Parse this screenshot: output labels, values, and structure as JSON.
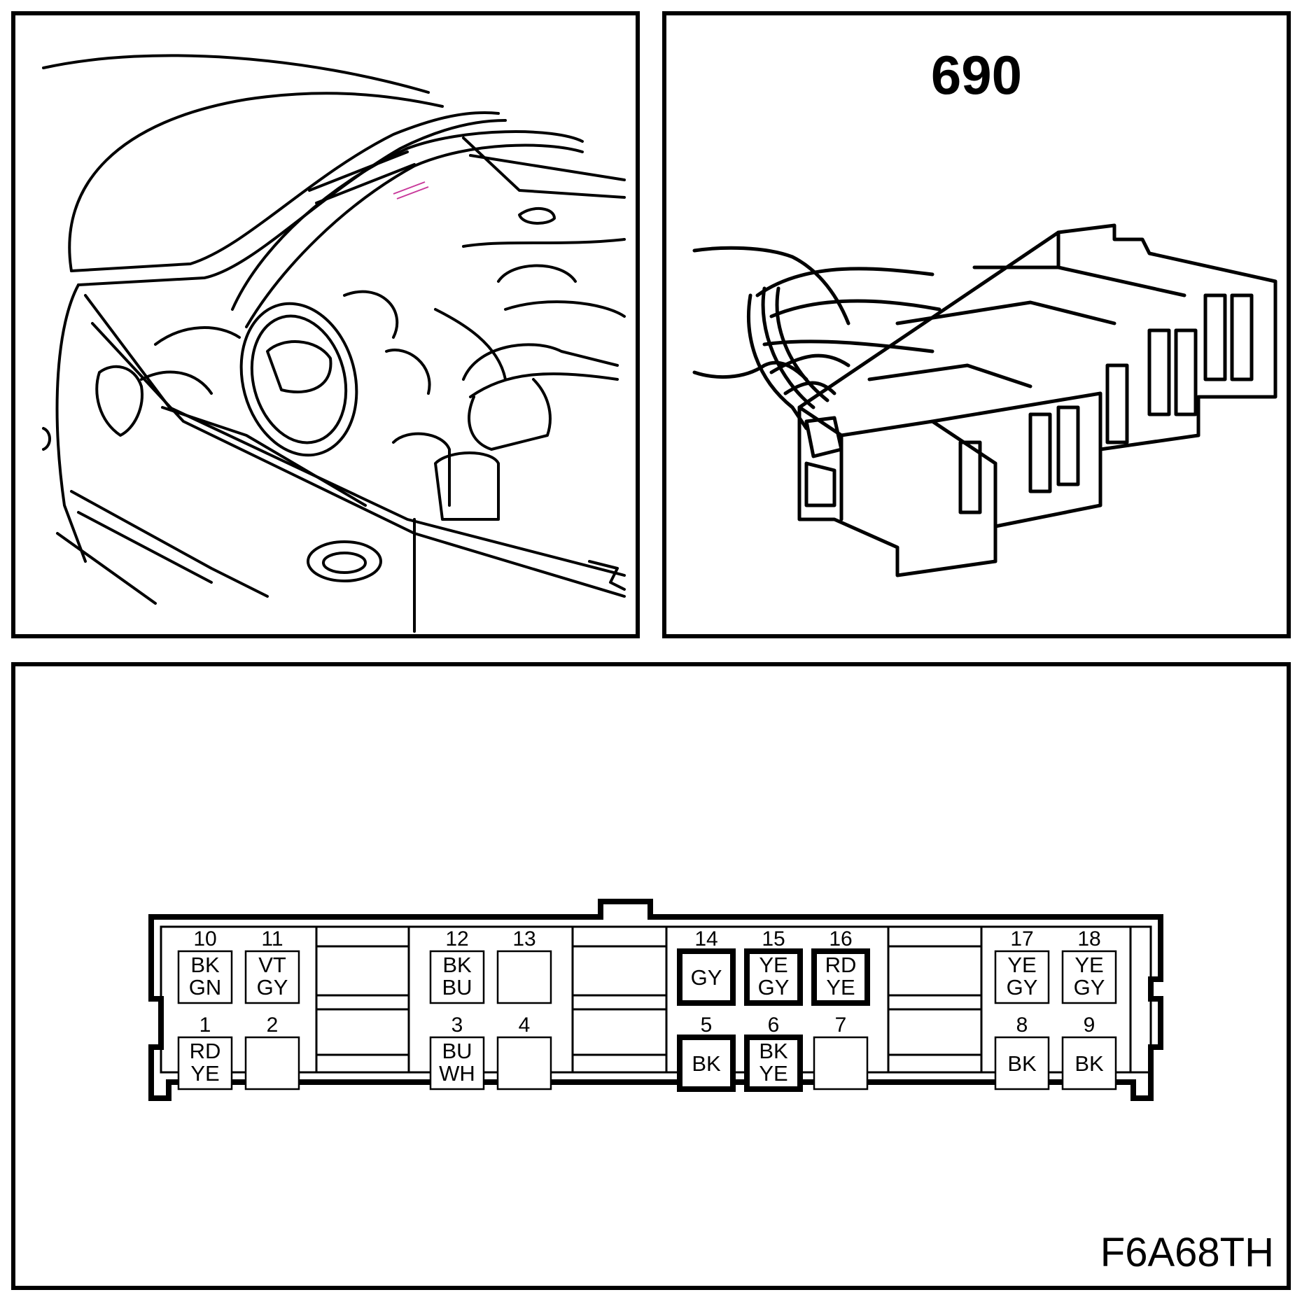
{
  "location_view": {},
  "connector_view": {
    "number": "690"
  },
  "pinout": {
    "code": "F6A68TH",
    "pins": [
      {
        "pin": "1",
        "wires": [
          "RD",
          "YE"
        ]
      },
      {
        "pin": "2",
        "wires": []
      },
      {
        "pin": "3",
        "wires": [
          "BU",
          "WH"
        ]
      },
      {
        "pin": "4",
        "wires": []
      },
      {
        "pin": "5",
        "wires": [
          "BK"
        ],
        "emphasis": true
      },
      {
        "pin": "6",
        "wires": [
          "BK",
          "YE"
        ],
        "emphasis": true
      },
      {
        "pin": "7",
        "wires": []
      },
      {
        "pin": "8",
        "wires": [
          "BK"
        ]
      },
      {
        "pin": "9",
        "wires": [
          "BK"
        ]
      },
      {
        "pin": "10",
        "wires": [
          "BK",
          "GN"
        ]
      },
      {
        "pin": "11",
        "wires": [
          "VT",
          "GY"
        ]
      },
      {
        "pin": "12",
        "wires": [
          "BK",
          "BU"
        ]
      },
      {
        "pin": "13",
        "wires": []
      },
      {
        "pin": "14",
        "wires": [
          "GY"
        ],
        "emphasis": true
      },
      {
        "pin": "15",
        "wires": [
          "YE",
          "GY"
        ],
        "emphasis": true
      },
      {
        "pin": "16",
        "wires": [
          "RD",
          "YE"
        ],
        "emphasis": true
      },
      {
        "pin": "17",
        "wires": [
          "YE",
          "GY"
        ]
      },
      {
        "pin": "18",
        "wires": [
          "YE",
          "GY"
        ]
      }
    ]
  }
}
